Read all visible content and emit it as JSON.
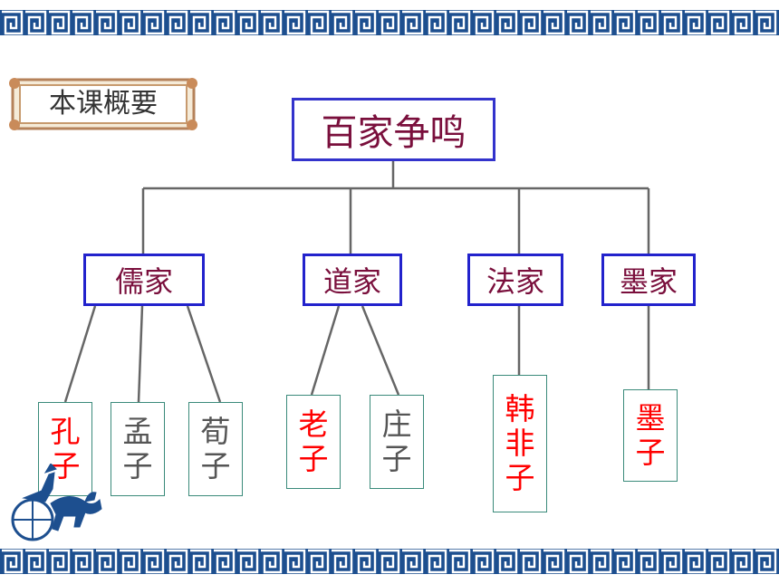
{
  "summary_label": "本课概要",
  "root": {
    "label": "百家争鸣"
  },
  "schools": [
    {
      "label": "儒家",
      "people": [
        {
          "chars": [
            "孔",
            "子"
          ],
          "color": "#ff0000"
        },
        {
          "chars": [
            "孟",
            "子"
          ],
          "color": "#555555"
        },
        {
          "chars": [
            "荀",
            "子"
          ],
          "color": "#555555"
        }
      ]
    },
    {
      "label": "道家",
      "people": [
        {
          "chars": [
            "老",
            "子"
          ],
          "color": "#ff0000"
        },
        {
          "chars": [
            "庄",
            "子"
          ],
          "color": "#555555"
        }
      ]
    },
    {
      "label": "法家",
      "people": [
        {
          "chars": [
            "韩",
            "非",
            "子"
          ],
          "color": "#ff0000"
        }
      ]
    },
    {
      "label": "墨家",
      "people": [
        {
          "chars": [
            "墨",
            "子"
          ],
          "color": "#ff0000"
        }
      ]
    }
  ],
  "colors": {
    "border_band": "#1d4f8f",
    "box_border": "#3333cc",
    "person_border": "#3a8a7a",
    "label_text": "#7a0f3c",
    "highlight": "#ff0000"
  },
  "icons": [
    "greek-key-border",
    "scroll-frame",
    "chariot-icon"
  ]
}
